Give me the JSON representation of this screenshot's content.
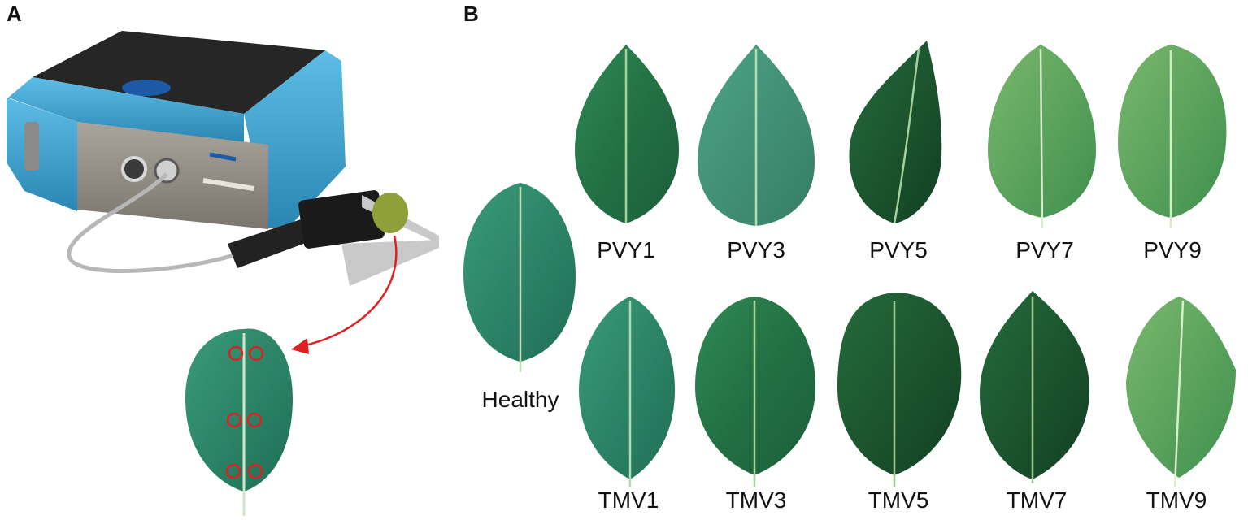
{
  "panel_a": {
    "label": "A"
  },
  "panel_b": {
    "label": "B",
    "healthy_label": "Healthy",
    "pvy_labels": [
      "PVY1",
      "PVY3",
      "PVY5",
      "PVY7",
      "PVY9"
    ],
    "tmv_labels": [
      "TMV1",
      "TMV3",
      "TMV5",
      "TMV7",
      "TMV9"
    ]
  },
  "colors": {
    "device_blue": "#3fa3cf",
    "device_top": "#2a2a2a",
    "device_face": "#8d8a82",
    "leaf_dark": "#1f6b3a",
    "leaf_mid": "#3b8f55",
    "leaf_light": "#6fb06a",
    "arrow_red": "#e02020"
  },
  "icons": [
    "spectroradiometer-device",
    "fiber-optic-cable",
    "leaf-clip-probe",
    "red-arrow",
    "measurement-circle"
  ]
}
